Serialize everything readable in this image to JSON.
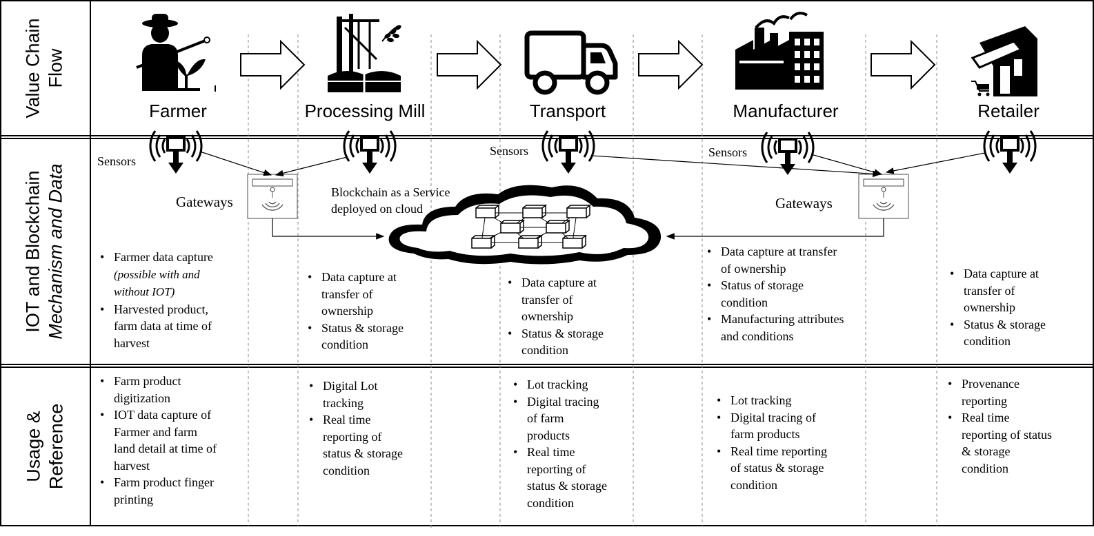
{
  "rows": {
    "value_chain": "Value Chain\nFlow",
    "iot_line1": "IOT and Blockchain",
    "iot_line2": "Mechanism and Data",
    "usage": "Usage &\nReference"
  },
  "stages": [
    {
      "name": "Farmer",
      "icon": "farmer-icon"
    },
    {
      "name": "Processing Mill",
      "icon": "mill-icon"
    },
    {
      "name": "Transport",
      "icon": "truck-icon"
    },
    {
      "name": "Manufacturer",
      "icon": "factory-icon"
    },
    {
      "name": "Retailer",
      "icon": "store-icon"
    }
  ],
  "labels": {
    "sensors": "Sensors",
    "gateways": "Gateways",
    "baas_line1": "Blockchain as a Service",
    "baas_line2": "deployed on cloud"
  },
  "iot_data": {
    "farmer": [
      "Farmer data capture",
      "(possible with and",
      "without IOT)",
      "Harvested product,",
      "farm data at time of",
      "harvest"
    ],
    "mill": [
      "Data capture at",
      "transfer of",
      "ownership",
      "Status & storage",
      "condition"
    ],
    "transport": [
      "Data capture at",
      "transfer of",
      "ownership",
      "Status & storage",
      "condition"
    ],
    "manufacturer": [
      "Data capture at transfer",
      "of ownership",
      "Status of storage",
      "condition",
      "Manufacturing attributes",
      "and conditions"
    ],
    "retailer": [
      "Data capture at",
      "transfer of",
      "ownership",
      "Status & storage",
      "condition"
    ]
  },
  "usage": {
    "farmer": [
      "Farm product",
      "digitization",
      "IOT data capture of",
      "Farmer and farm",
      "land detail at time of",
      "harvest",
      "Farm product finger",
      "printing"
    ],
    "mill": [
      "Digital Lot",
      "tracking",
      "Real time",
      "reporting of",
      "status & storage",
      "condition"
    ],
    "transport": [
      "Lot tracking",
      "Digital tracing",
      "of farm",
      "products",
      "Real time",
      "reporting of",
      "status & storage",
      "condition"
    ],
    "manufacturer": [
      "Lot tracking",
      "Digital tracing of",
      "farm products",
      "Real time reporting",
      "of status & storage",
      "condition"
    ],
    "retailer": [
      "Provenance",
      "reporting",
      "Real time",
      "reporting of status",
      "& storage",
      "condition"
    ]
  },
  "colors": {
    "ink": "#000000",
    "grid": "#777777",
    "bg": "#ffffff"
  }
}
